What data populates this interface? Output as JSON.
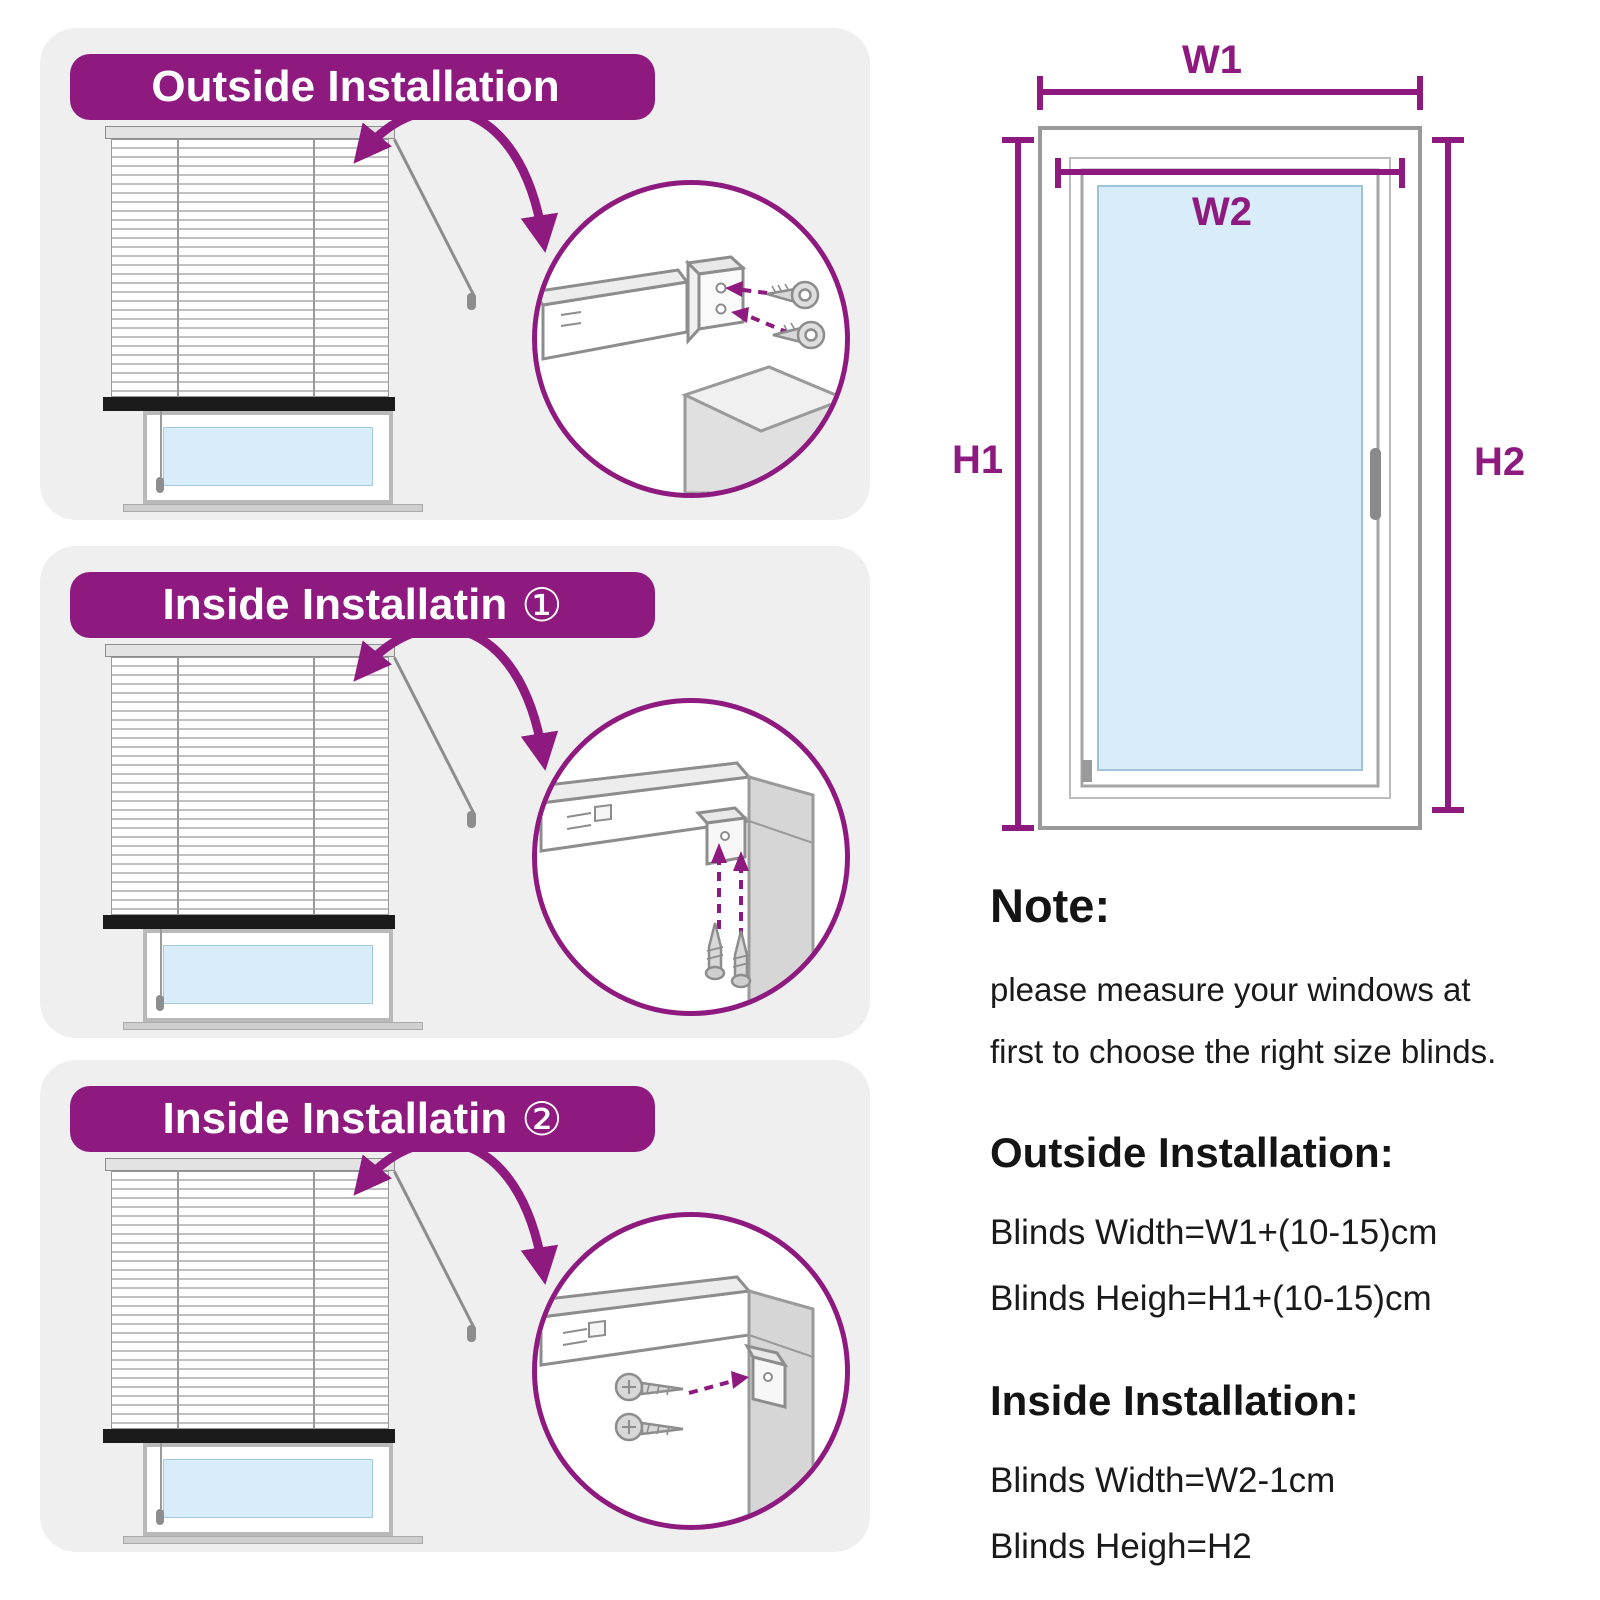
{
  "colors": {
    "accent": "#8E1A80",
    "panel_bg": "#EFEFEF",
    "glass": "#D8EDF9"
  },
  "panels": [
    {
      "title": "Outside Installation",
      "badge": ""
    },
    {
      "title": "Inside Installatin",
      "badge": "①"
    },
    {
      "title": "Inside Installatin",
      "badge": "②"
    }
  ],
  "window_diagram": {
    "w1_label": "W1",
    "w2_label": "W2",
    "h1_label": "H1",
    "h2_label": "H2"
  },
  "note": {
    "title": "Note:",
    "lines": [
      "please measure your windows at",
      "first to choose the right size blinds."
    ]
  },
  "outside": {
    "title": "Outside Installation:",
    "lines": [
      "Blinds Width=W1+(10-15)cm",
      "Blinds Heigh=H1+(10-15)cm"
    ]
  },
  "inside": {
    "title": "Inside Installation:",
    "lines": [
      "Blinds Width=W2-1cm",
      "Blinds Heigh=H2"
    ]
  }
}
